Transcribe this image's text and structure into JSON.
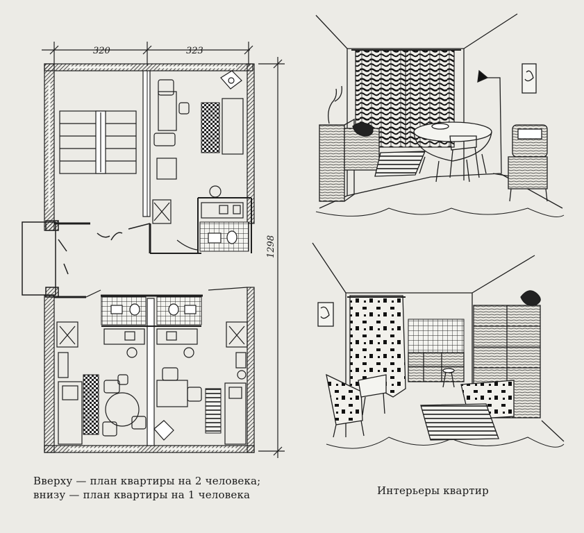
{
  "plan": {
    "dimensions": {
      "width_left": "320",
      "width_right": "323",
      "height": "1298"
    },
    "caption": {
      "line1": "Вверху — план квартиры на 2 человека;",
      "line2": "внизу — план квартиры на 1 человека"
    }
  },
  "interiors": {
    "caption": "Интерьеры квартир"
  }
}
